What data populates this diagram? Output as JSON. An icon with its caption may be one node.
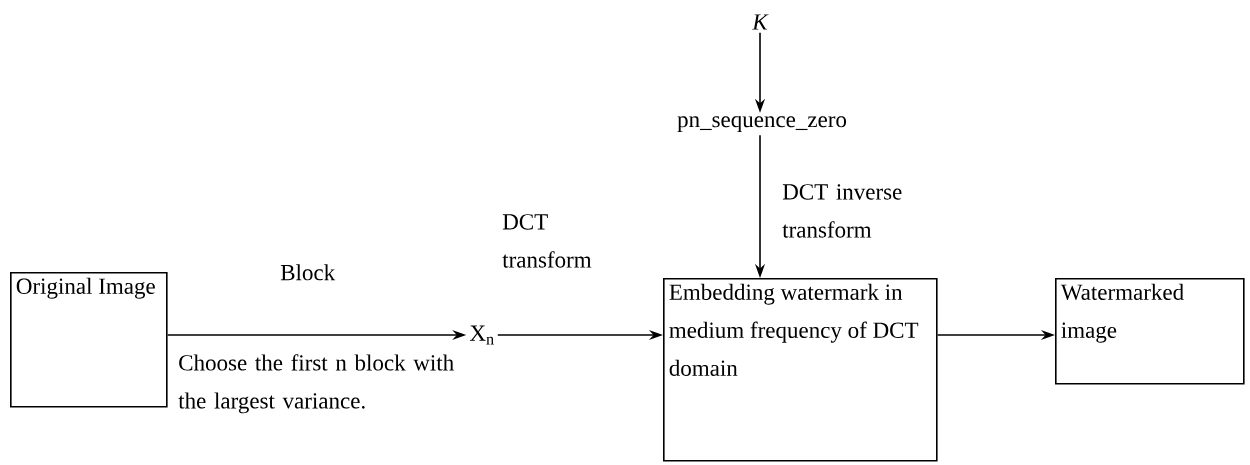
{
  "diagram": {
    "nodes": [
      {
        "text": [
          "Original Image"
        ]
      },
      {
        "text": [
          "X$_{n}$"
        ]
      },
      {
        "text": [
          "Embedding watermark in medium frequency of DCT domain"
        ]
      },
      {
        "text": [
          "Watermarked image"
        ]
      },
      {
        "text": [
          "K"
        ]
      },
      {
        "text": [
          "pn_sequence_zero"
        ]
      }
    ],
    "edges": [
      {
        "from": 0,
        "to": 1,
        "arrow": "to",
        "label": "Block"
      },
      {
        "from": 1,
        "to": 2,
        "arrow": "to",
        "label": "DCT transform"
      },
      {
        "from": 2,
        "to": 3,
        "arrow": "to"
      },
      {
        "from": 4,
        "to": 5,
        "arrow": "to"
      },
      {
        "from": 5,
        "to": 2,
        "arrow": "to",
        "label": "DCT inverse transform"
      }
    ],
    "labels": [
      "Choose the first n block with the largest variance."
    ]
  }
}
